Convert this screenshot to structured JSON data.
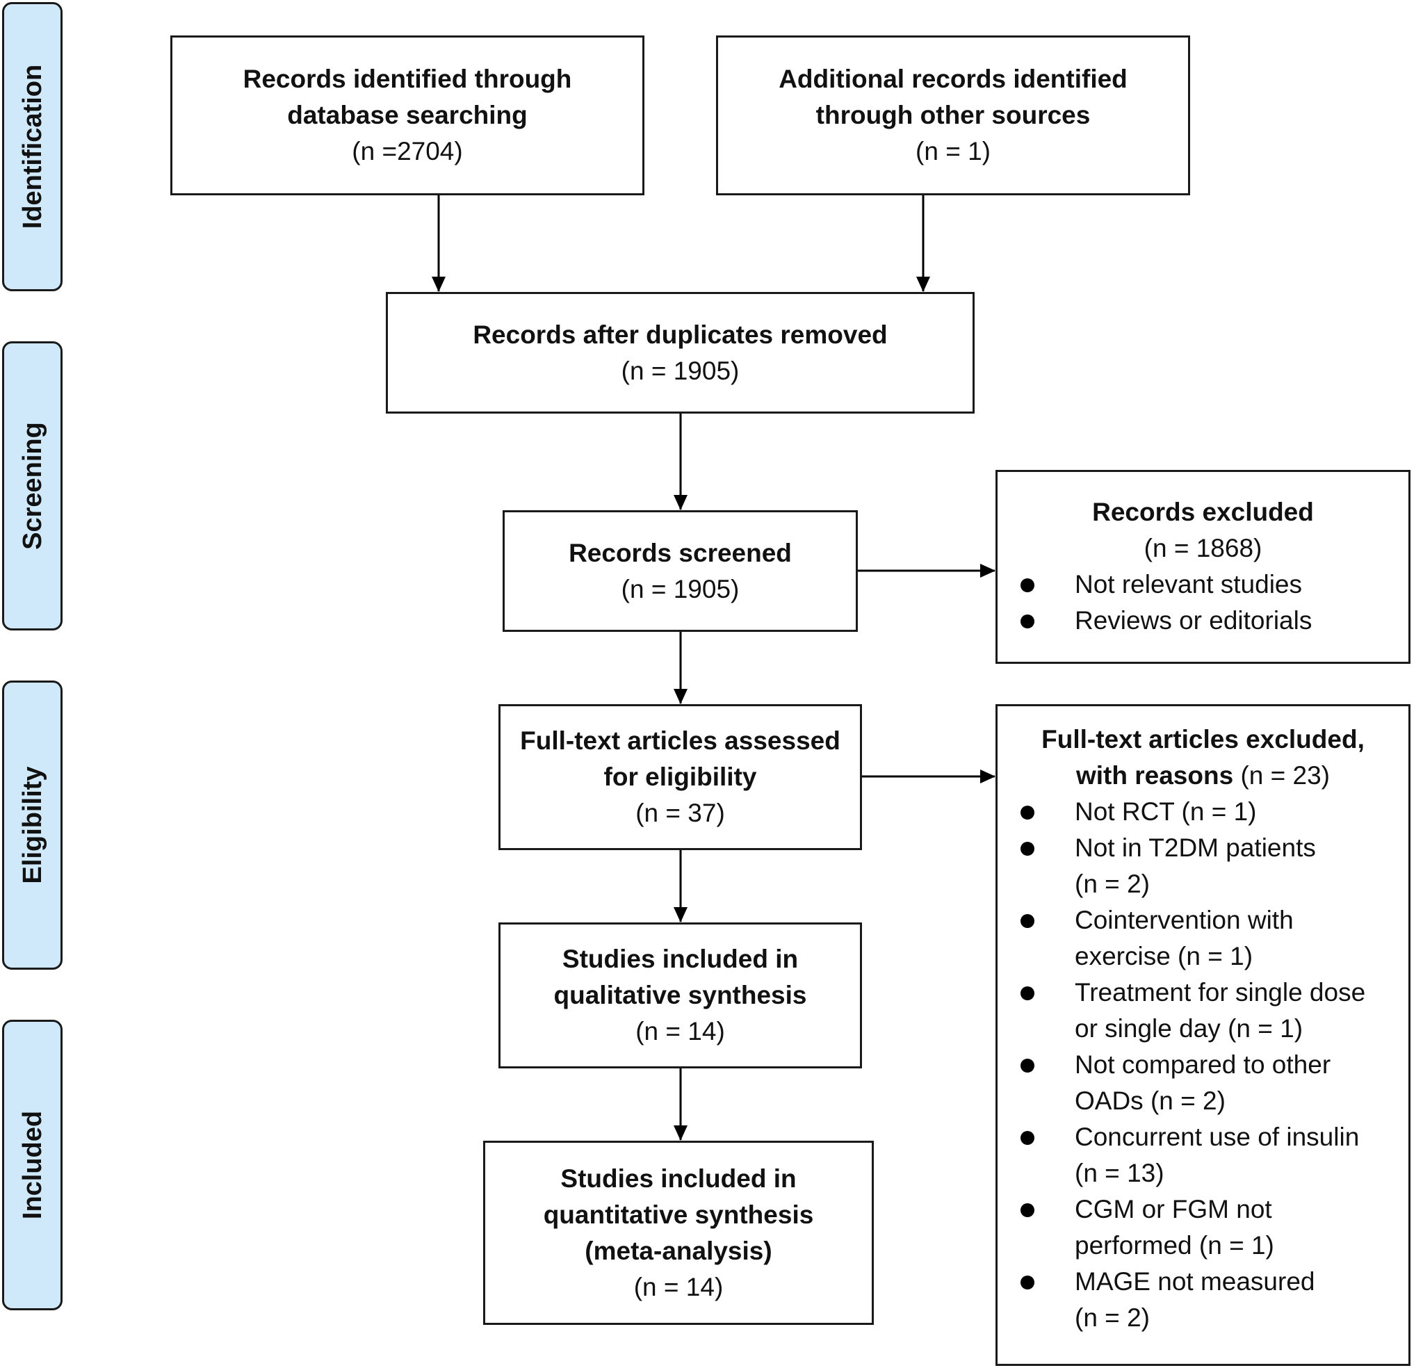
{
  "stages": [
    {
      "id": "identification",
      "label": "Identification"
    },
    {
      "id": "screening",
      "label": "Screening"
    },
    {
      "id": "eligibility",
      "label": "Eligibility"
    },
    {
      "id": "included",
      "label": "Included"
    }
  ],
  "boxes": {
    "database": {
      "title_lines": [
        "Records identified through",
        "database searching"
      ],
      "count": "(n =2704)"
    },
    "other_sources": {
      "title_lines": [
        "Additional records identified",
        "through other sources"
      ],
      "count": "(n = 1)"
    },
    "after_duplicates": {
      "title_lines": [
        "Records after duplicates removed"
      ],
      "count": "(n = 1905)"
    },
    "screened": {
      "title_lines": [
        "Records screened"
      ],
      "count": "(n = 1905)"
    },
    "full_text": {
      "title_lines": [
        "Full-text articles assessed",
        "for eligibility"
      ],
      "count": "(n = 37)"
    },
    "qualitative": {
      "title_lines": [
        "Studies included in",
        "qualitative synthesis"
      ],
      "count": "(n = 14)"
    },
    "quantitative": {
      "title_lines": [
        "Studies included in",
        "quantitative synthesis",
        "(meta-analysis)"
      ],
      "count": "(n = 14)"
    }
  },
  "records_excluded": {
    "title": "Records excluded",
    "count": "(n = 1868)",
    "items": [
      {
        "lines": [
          "Not relevant studies"
        ]
      },
      {
        "lines": [
          "Reviews or editorials"
        ]
      }
    ]
  },
  "fulltext_excluded": {
    "title_line1": "Full-text articles excluded,",
    "title_bold": "with reasons",
    "title_count": " (n = 23)",
    "items": [
      {
        "lines": [
          "Not RCT (n = 1)"
        ]
      },
      {
        "lines": [
          "Not in T2DM patients",
          "(n = 2)"
        ]
      },
      {
        "lines": [
          "Cointervention with",
          "exercise (n = 1)"
        ]
      },
      {
        "lines": [
          "Treatment for single dose",
          "or single day (n = 1)"
        ]
      },
      {
        "lines": [
          "Not compared to other",
          "OADs (n = 2)"
        ]
      },
      {
        "lines": [
          "Concurrent use of insulin",
          "(n = 13)"
        ]
      },
      {
        "lines": [
          "CGM or FGM not",
          "performed (n = 1)"
        ]
      },
      {
        "lines": [
          "MAGE not measured",
          "(n = 2)"
        ]
      }
    ]
  }
}
